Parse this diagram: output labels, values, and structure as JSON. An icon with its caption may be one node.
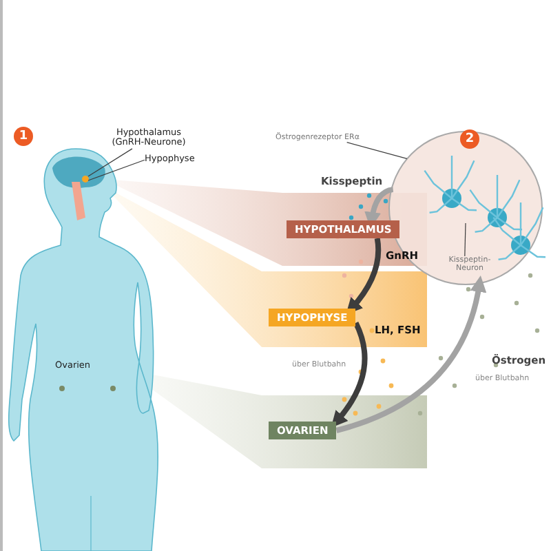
{
  "diagram": {
    "nodes": [
      {
        "text": [
          "HYPOTHALAMUS"
        ]
      },
      {
        "text": [
          "HYPOPHYSE"
        ]
      },
      {
        "text": [
          "OVARIEN"
        ]
      },
      {
        "text": [],
        "shape": "circle"
      },
      {
        "text": [
          "Hypothalamus (GnRH-Neurone)"
        ]
      },
      {
        "text": [
          "Hypophyse"
        ]
      },
      {
        "text": [
          "Östrogenrezeptor ERα"
        ]
      },
      {
        "text": [
          "Kisspeptin-Neuron"
        ],
        "in": 3
      }
    ],
    "edges": [
      {
        "from": 3,
        "to": 0,
        "arrow": "to",
        "label": "Kisspeptin",
        "style": "thick",
        "color": "#a3a3a3"
      },
      {
        "from": 0,
        "to": 1,
        "arrow": "to",
        "label": "GnRH",
        "style": "thick"
      },
      {
        "from": 1,
        "to": 2,
        "arrow": "to",
        "label": "LH, FSH",
        "style": "thick"
      },
      {
        "from": 2,
        "to": 3,
        "arrow": "to",
        "label": "Östrogen",
        "style": "thick",
        "color": "#a3a3a3"
      },
      {
        "from": 4,
        "to": null,
        "arrow": "none"
      },
      {
        "from": 5,
        "to": null,
        "arrow": "none"
      },
      {
        "from": 6,
        "to": 3,
        "arrow": "none"
      },
      {
        "from": 7,
        "to": null,
        "arrow": "none"
      }
    ],
    "labels": [
      "1",
      "2",
      "Ovarien",
      "über Blutbahn",
      "über Blutbahn"
    ]
  }
}
